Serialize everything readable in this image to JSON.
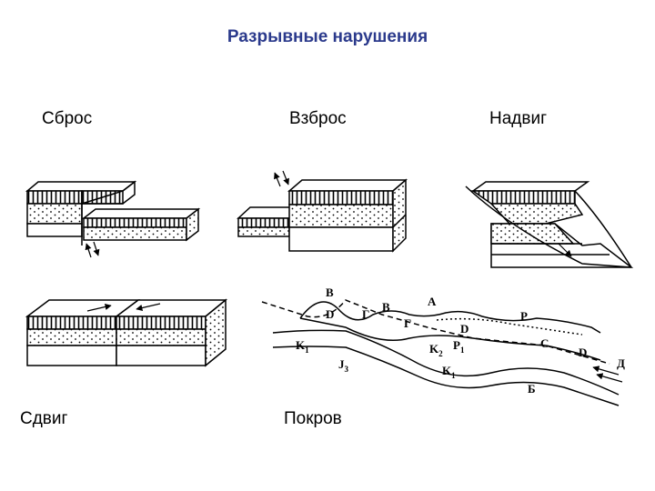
{
  "title": "Разрывные нарушения",
  "labels": {
    "sbros": "Сброс",
    "vzbros": "Взброс",
    "nadvig": "Надвиг",
    "sdvig": "Сдвиг",
    "pokrov": "Покров"
  },
  "pokrov_letters": {
    "v1": "В",
    "d1": "D",
    "g1": "Г",
    "v2": "В",
    "g2": "Г",
    "a": "А",
    "d2": "D",
    "p": "Р",
    "k1a": "K",
    "k1a_sub": "1",
    "k2": "K",
    "k2_sub": "2",
    "p1": "P",
    "p1_sub": "1",
    "c": "С",
    "d3": "D",
    "j3": "J",
    "j3_sub": "3",
    "k1b": "K",
    "k1b_sub": "1",
    "dd": "Д",
    "b": "Б"
  },
  "colors": {
    "title": "#2b3a8c",
    "ink": "#000000"
  }
}
